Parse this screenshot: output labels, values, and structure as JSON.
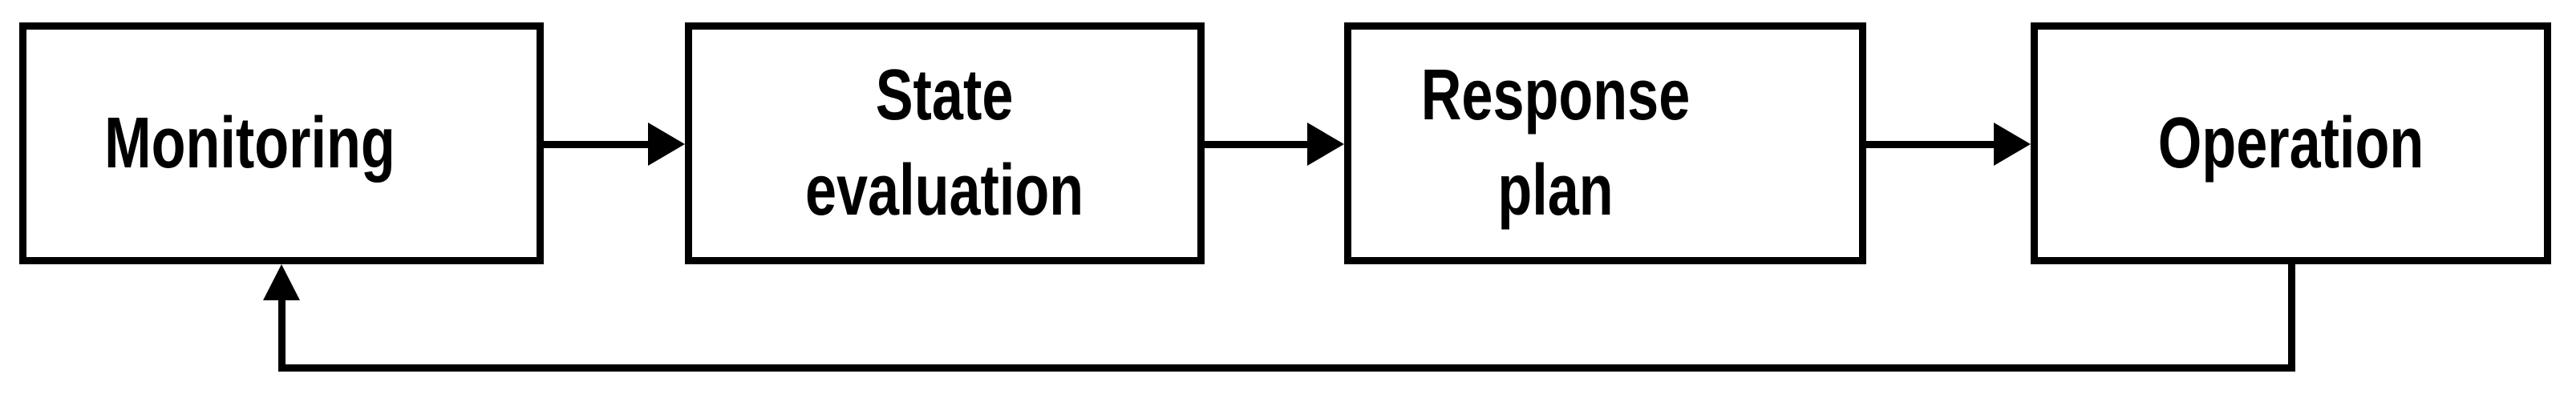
{
  "diagram": {
    "title": "Monitoring control loop flow diagram",
    "background_color": "#ffffff",
    "stroke_color": "#000000",
    "text_color": "#000000",
    "nodes": [
      {
        "id": "monitoring",
        "label": "Monitoring"
      },
      {
        "id": "state-evaluation",
        "label": "State\nevaluation"
      },
      {
        "id": "response-plan",
        "label": "Response plan"
      },
      {
        "id": "operation",
        "label": "Operation"
      }
    ],
    "edges": [
      {
        "from": "monitoring",
        "to": "state-evaluation",
        "type": "arrow",
        "direction": "right"
      },
      {
        "from": "state-evaluation",
        "to": "response-plan",
        "type": "arrow",
        "direction": "right"
      },
      {
        "from": "response-plan",
        "to": "operation",
        "type": "arrow",
        "direction": "right"
      },
      {
        "from": "operation",
        "to": "monitoring",
        "type": "feedback-arrow",
        "route": "bottom",
        "direction": "up"
      }
    ]
  }
}
